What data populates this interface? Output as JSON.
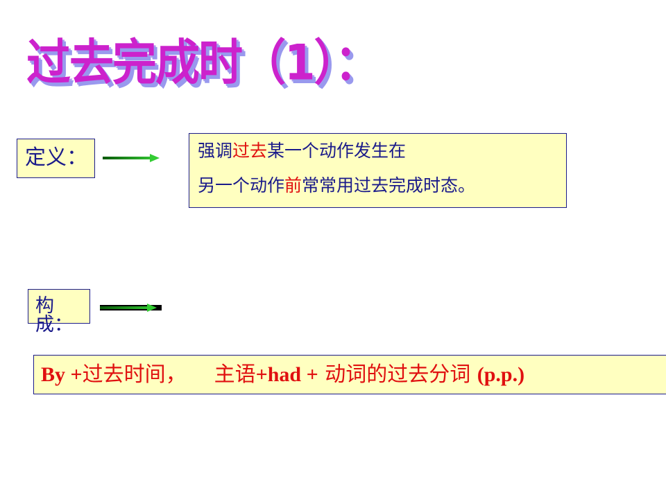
{
  "title": "过去完成时（1）：",
  "definition": {
    "label": "定义：",
    "line1_pre": "强调",
    "line1_red": "过去",
    "line1_post": "某一个动作发生在",
    "line2_pre": "另一个动作",
    "line2_red": "前",
    "line2_post": "常常用过去完成时态。"
  },
  "structure": {
    "label": "构成：",
    "formula_b1": "By +",
    "formula_t1": "过去时间，",
    "formula_t2": "主语",
    "formula_b2": "+had +",
    "formula_t3": " 动词的过去分词 ",
    "formula_b3": "(p.p.)"
  },
  "colors": {
    "title": "#cc22cc",
    "box_bg": "#ffffc0",
    "border": "#1a1a8a",
    "emphasis": "#e01010",
    "arrow": "#2fbf2f"
  },
  "icons": [
    "arrow-right-icon",
    "arrow-right-icon"
  ]
}
